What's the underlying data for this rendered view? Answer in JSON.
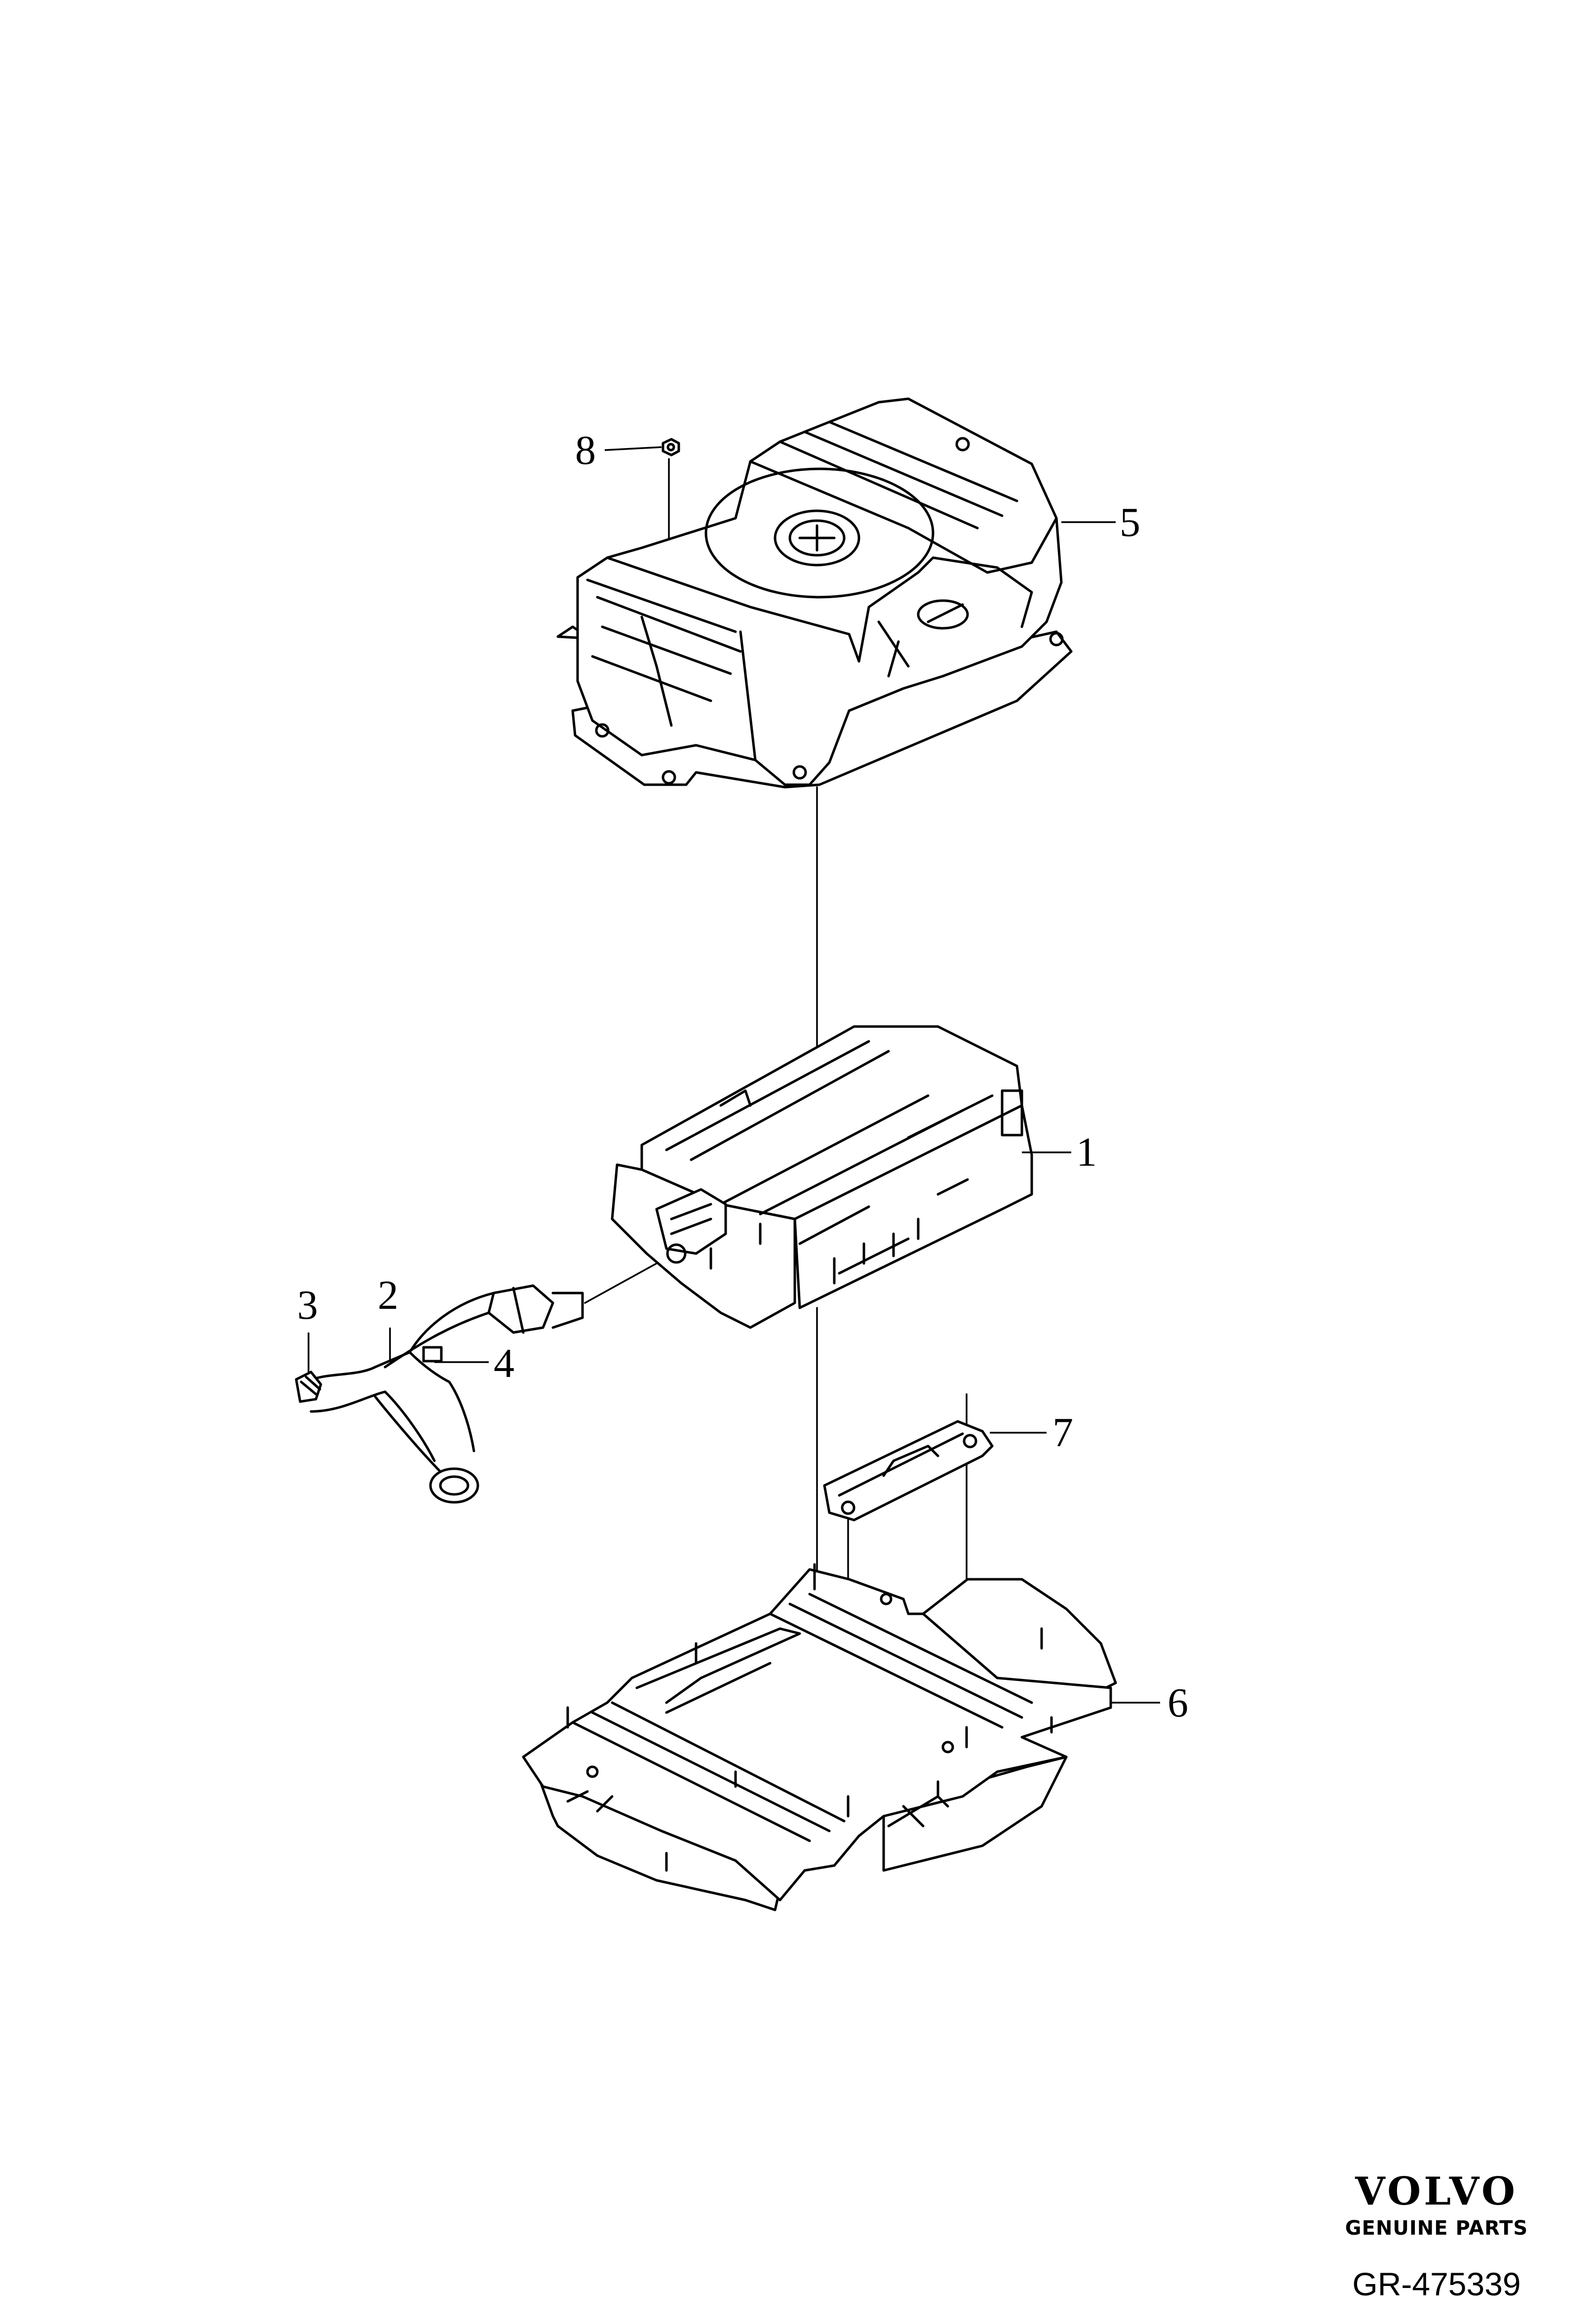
{
  "callouts": [
    {
      "id": "1",
      "label": "1"
    },
    {
      "id": "2",
      "label": "2"
    },
    {
      "id": "3",
      "label": "3"
    },
    {
      "id": "4",
      "label": "4"
    },
    {
      "id": "5",
      "label": "5"
    },
    {
      "id": "6",
      "label": "6"
    },
    {
      "id": "7",
      "label": "7"
    },
    {
      "id": "8",
      "label": "8"
    }
  ],
  "brand": {
    "name": "VOLVO",
    "tagline": "GENUINE PARTS"
  },
  "document": {
    "id": "GR-475339"
  }
}
